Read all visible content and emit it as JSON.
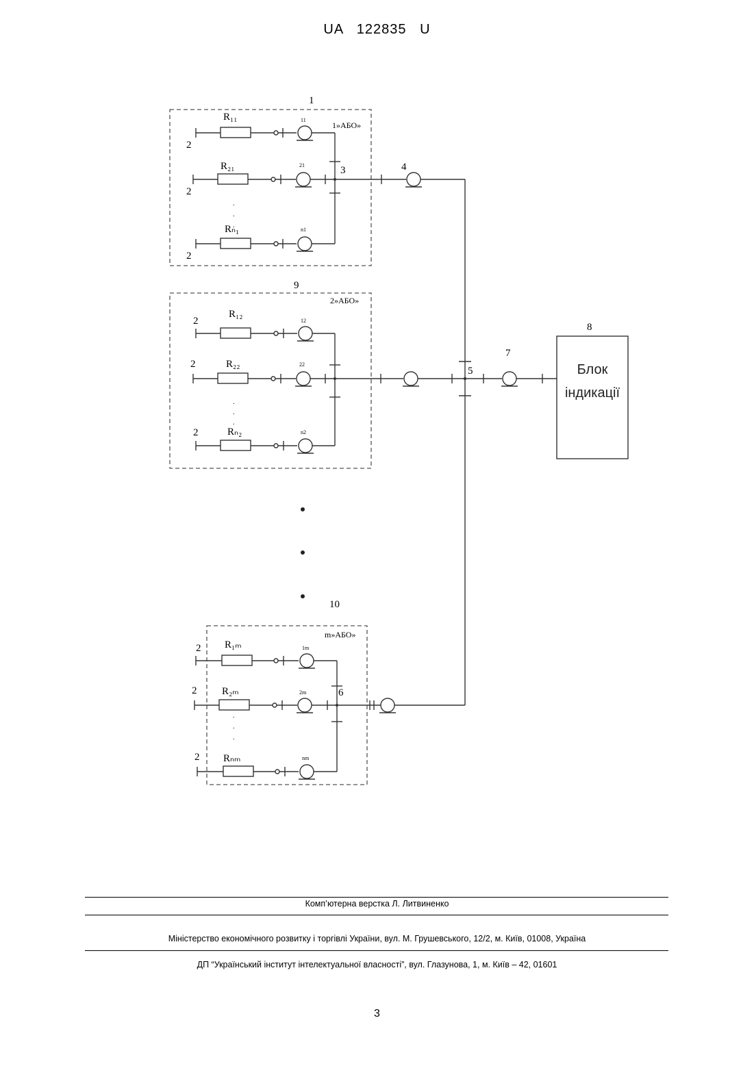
{
  "header": {
    "text": "UA   122835   U"
  },
  "diagram": {
    "block1": {
      "number": "1",
      "title": "1»АБО»",
      "bus": "3",
      "out": "4",
      "rows": [
        {
          "res": "R₁₁",
          "lamp": "11",
          "ground": "2"
        },
        {
          "res": "R₂₁",
          "lamp": "21",
          "ground": "2"
        },
        {
          "res": "Rₙ₁",
          "lamp": "n1",
          "ground": "2"
        }
      ]
    },
    "block2": {
      "number": "9",
      "title": "2»АБО»",
      "rows": [
        {
          "res": "R₁₂",
          "lamp": "12",
          "ground": "2"
        },
        {
          "res": "R₂₂",
          "lamp": "22",
          "ground": "2"
        },
        {
          "res": "Rₙ₂",
          "lamp": "n2",
          "ground": "2"
        }
      ]
    },
    "block3": {
      "number": "10",
      "title": "m»АБО»",
      "bus": "6",
      "rows": [
        {
          "res": "R₁ₘ",
          "lamp": "1m",
          "ground": "2"
        },
        {
          "res": "R₂ₘ",
          "lamp": "2m",
          "ground": "2"
        },
        {
          "res": "Rₙₘ",
          "lamp": "nm",
          "ground": "2"
        }
      ]
    },
    "junction": "5",
    "lamp7": "7",
    "indicator": {
      "number": "8",
      "line1": "Блок",
      "line2": "індикації"
    }
  },
  "footer": {
    "line1": "Комп’ютерна верстка Л. Литвиненко",
    "line2": "Міністерство економічного розвитку і торгівлі України, вул. М. Грушевського, 12/2, м. Київ, 01008, Україна",
    "line3": "ДП “Український інститут інтелектуальної власності”, вул. Глазунова, 1, м. Київ – 42, 01601"
  },
  "page_number": "3"
}
